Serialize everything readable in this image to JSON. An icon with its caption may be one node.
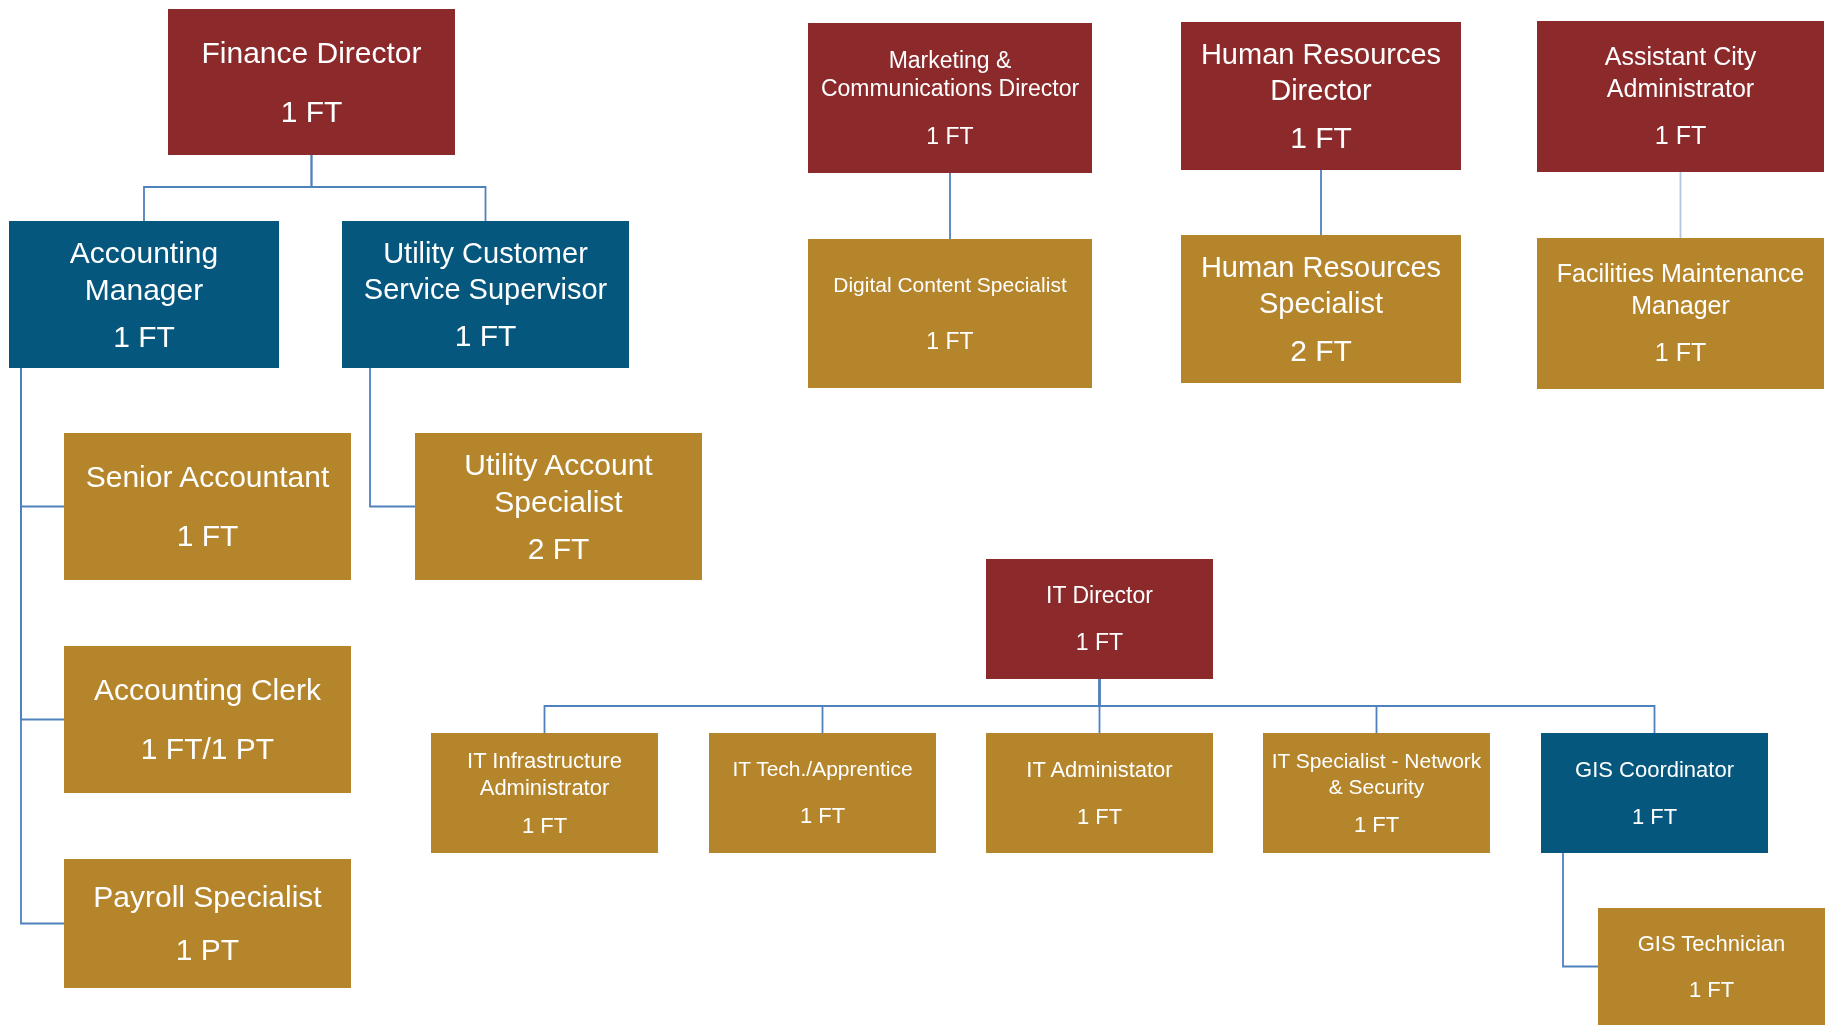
{
  "diagram": {
    "nodes": [
      {
        "text": [
          "Finance Director",
          "1 FT"
        ]
      },
      {
        "text": [
          "Accounting Manager",
          "1 FT"
        ]
      },
      {
        "text": [
          "Utility Customer Service Supervisor",
          "1 FT"
        ]
      },
      {
        "text": [
          "Senior Accountant",
          "1 FT"
        ]
      },
      {
        "text": [
          "Accounting Clerk",
          "1 FT/1 PT"
        ]
      },
      {
        "text": [
          "Payroll Specialist",
          "1 PT"
        ]
      },
      {
        "text": [
          "Utility Account Specialist",
          "2 FT"
        ]
      },
      {
        "text": [
          "Marketing & Communications Director",
          "1 FT"
        ]
      },
      {
        "text": [
          "Digital Content Specialist",
          "1 FT"
        ]
      },
      {
        "text": [
          "Human Resources Director",
          "1 FT"
        ]
      },
      {
        "text": [
          "Human Resources Specialist",
          "2 FT"
        ]
      },
      {
        "text": [
          "Assistant City Administrator",
          "1 FT"
        ]
      },
      {
        "text": [
          "Facilities Maintenance Manager",
          "1 FT"
        ]
      },
      {
        "text": [
          "IT Director",
          "1 FT"
        ]
      },
      {
        "text": [
          "IT Infrastructure Administrator",
          "1 FT"
        ]
      },
      {
        "text": [
          "IT Tech./Apprentice",
          "1 FT"
        ]
      },
      {
        "text": [
          "IT Administator",
          "1 FT"
        ]
      },
      {
        "text": [
          "IT Specialist - Network & Security",
          "1 FT"
        ]
      },
      {
        "text": [
          "GIS Coordinator",
          "1 FT"
        ]
      },
      {
        "text": [
          "GIS Technician",
          "1 FT"
        ]
      }
    ],
    "edges": [
      {
        "from": 0,
        "to": 1,
        "arrow": "none"
      },
      {
        "from": 0,
        "to": 2,
        "arrow": "none"
      },
      {
        "from": 1,
        "to": 3,
        "arrow": "none"
      },
      {
        "from": 1,
        "to": 4,
        "arrow": "none"
      },
      {
        "from": 1,
        "to": 5,
        "arrow": "none"
      },
      {
        "from": 2,
        "to": 6,
        "arrow": "none"
      },
      {
        "from": 7,
        "to": 8,
        "arrow": "none"
      },
      {
        "from": 9,
        "to": 10,
        "arrow": "none"
      },
      {
        "from": 11,
        "to": 12,
        "arrow": "none",
        "color": "#b4c6dc"
      },
      {
        "from": 13,
        "to": 14,
        "arrow": "none"
      },
      {
        "from": 13,
        "to": 15,
        "arrow": "none"
      },
      {
        "from": 13,
        "to": 16,
        "arrow": "none"
      },
      {
        "from": 13,
        "to": 17,
        "arrow": "none"
      },
      {
        "from": 13,
        "to": 18,
        "arrow": "none"
      },
      {
        "from": 18,
        "to": 19,
        "arrow": "none"
      }
    ]
  }
}
